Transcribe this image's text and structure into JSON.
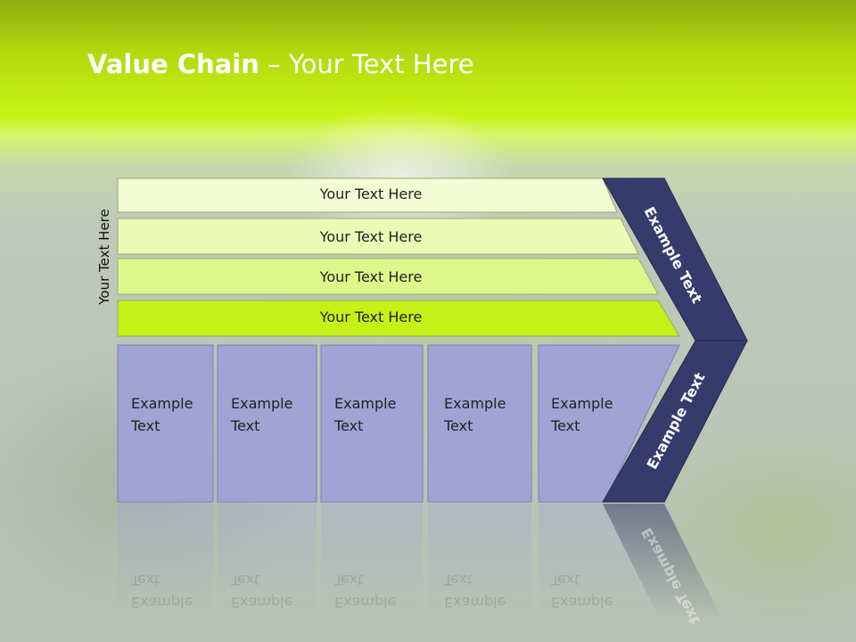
{
  "title": {
    "bold": "Value Chain",
    "rest": " – Your Text Here"
  },
  "side_label": "Your Text Here",
  "bars": [
    {
      "label": "Your Text Here",
      "color": "#f3fcd5"
    },
    {
      "label": "Your Text Here",
      "color": "#ebfab5"
    },
    {
      "label": "Your Text Here",
      "color": "#dff68a"
    },
    {
      "label": "Your Text Here",
      "color": "#c6f016"
    }
  ],
  "boxes": [
    {
      "text": "Example\nText"
    },
    {
      "text": "Example\nText"
    },
    {
      "text": "Example\nText"
    },
    {
      "text": "Example\nText"
    },
    {
      "text": "Example\nText"
    }
  ],
  "chevron": {
    "top_text": "Example Text",
    "bottom_text": "Example Text",
    "color": "#353c6c"
  },
  "colors": {
    "box": "#9fa4d4",
    "box_border": "#7a80b8"
  }
}
